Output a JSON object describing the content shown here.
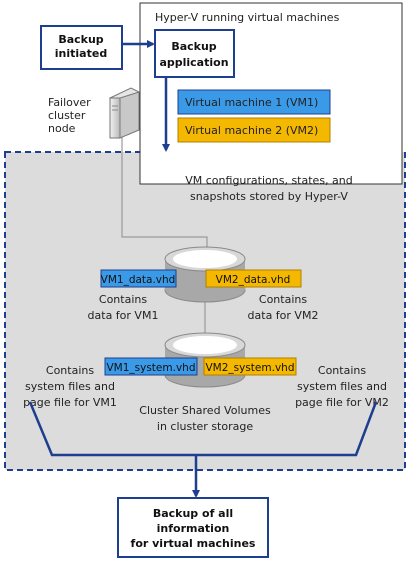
{
  "boxes": {
    "backup_initiated": [
      "Backup",
      "initiated"
    ],
    "backup_application": [
      "Backup",
      "application"
    ],
    "backup_all_info": [
      "Backup of all",
      "information",
      "for virtual machines"
    ]
  },
  "hyperv": {
    "title": "Hyper-V running virtual machines",
    "vm1": "Virtual machine 1 (VM1)",
    "vm2": "Virtual machine 2 (VM2)",
    "stored": [
      "VM configurations, states, and",
      "snapshots stored by Hyper-V"
    ]
  },
  "node_label": [
    "Failover",
    "cluster",
    "node"
  ],
  "disks": {
    "vm1_data": "VM1_data.vhd",
    "vm2_data": "VM2_data.vhd",
    "vm1_system": "VM1_system.vhd",
    "vm2_system": "VM2_system.vhd",
    "contains_vm1_data": [
      "Contains",
      "data for VM1"
    ],
    "contains_vm2_data": [
      "Contains",
      "data for VM2"
    ],
    "contains_vm1_system": [
      "Contains",
      "system files and",
      "page file for VM1"
    ],
    "contains_vm2_system": [
      "Contains",
      "system files and",
      "page file for VM2"
    ],
    "csv_label": [
      "Cluster Shared Volumes",
      "in cluster storage"
    ]
  },
  "colors": {
    "navy": "#1e3f8f",
    "vm1_blue": "#3a9ae8",
    "vm2_orange": "#f5b800",
    "cluster_bg": "#dcdcdc"
  }
}
